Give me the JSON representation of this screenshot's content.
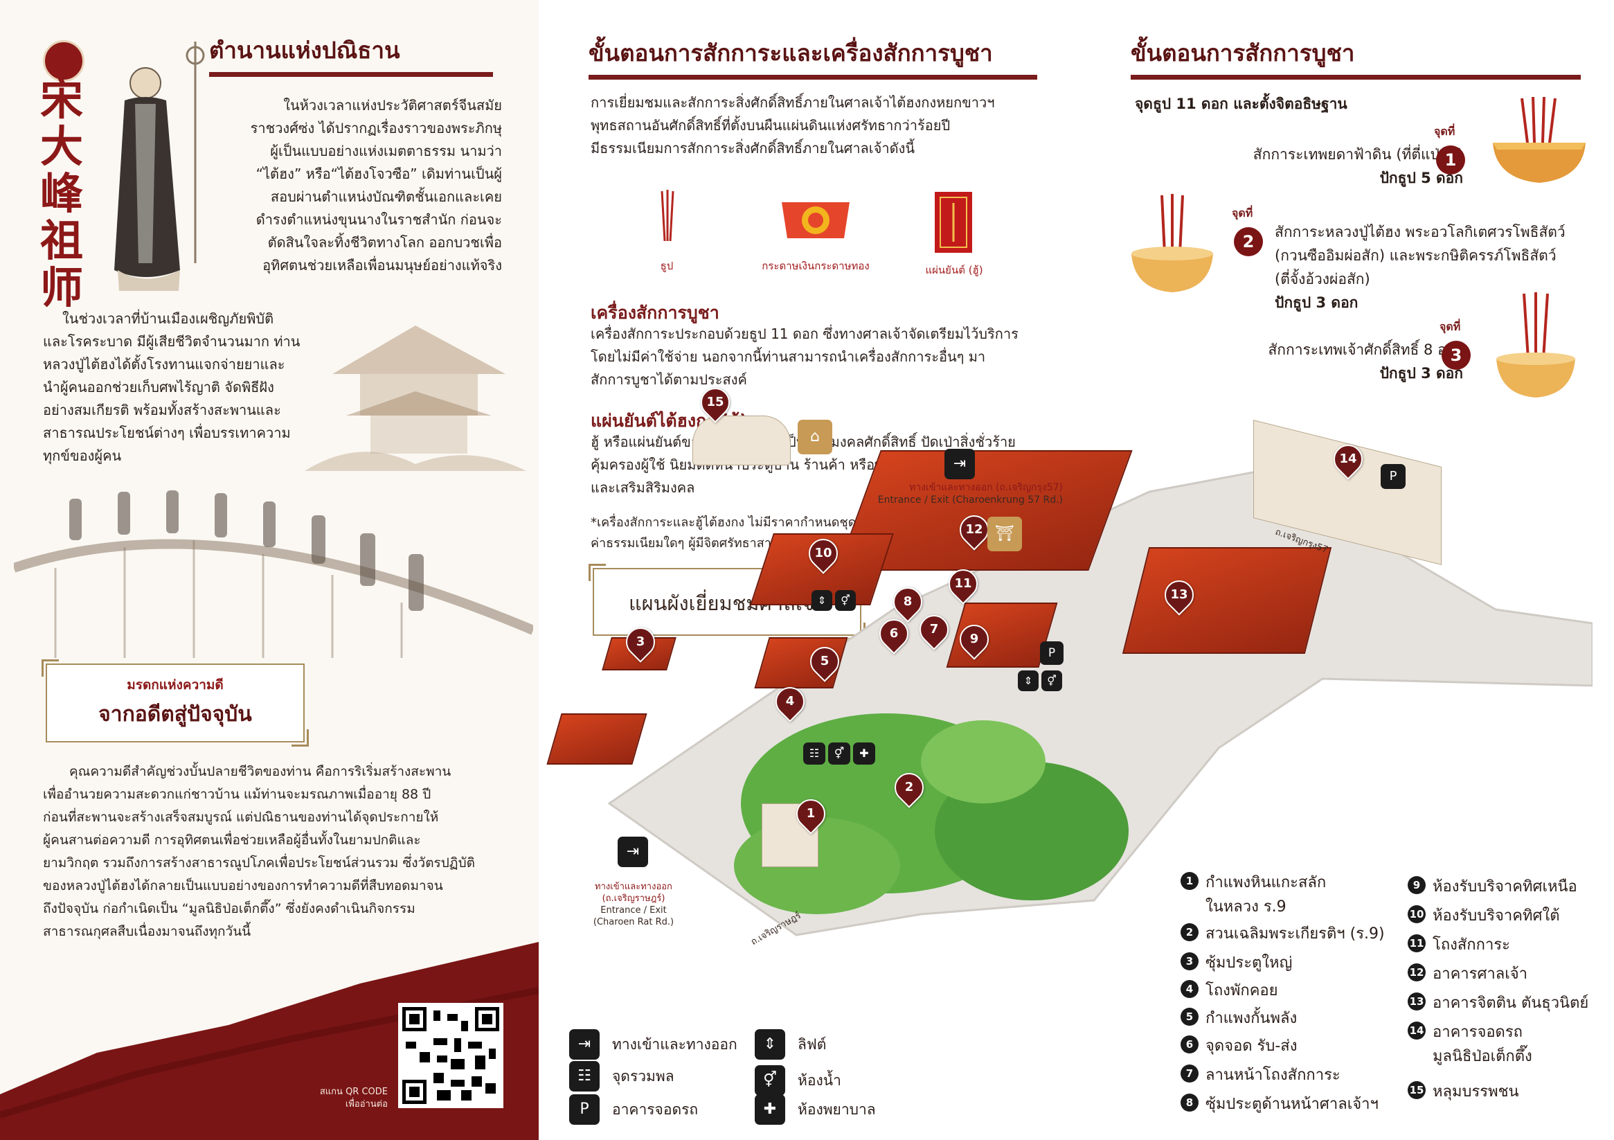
{
  "panel1": {
    "heading": "ตำนานแห่งปณิธาน",
    "chinese_name": "宋大峰祖师",
    "para1": [
      "ในห้วงเวลาแห่งประวัติศาสตร์จีนสมัย",
      "ราชวงศ์ซ่ง ได้ปรากฏเรื่องราวของพระภิกษุ",
      "ผู้เป็นแบบอย่างแห่งเมตตาธรรม นามว่า",
      "“ไต้ฮง” หรือ“ไต้ฮงโจวซือ” เดิมท่านเป็นผู้",
      "สอบผ่านตำแหน่งบัณฑิตชั้นเอกและเคย",
      "ดำรงตำแหน่งขุนนางในราชสำนัก ก่อนจะ",
      "ตัดสินใจละทิ้งชีวิตทางโลก ออกบวชเพื่อ",
      "อุทิศตนช่วยเหลือเพื่อนมนุษย์อย่างแท้จริง"
    ],
    "para2": [
      "ในช่วงเวลาที่บ้านเมืองเผชิญภัยพิบัติ",
      "และโรคระบาด มีผู้เสียชีวิตจำนวนมาก ท่าน",
      "หลวงปู่ไต้ฮงได้ตั้งโรงทานแจกจ่ายยาและ",
      "นำผู้คนออกช่วยเก็บศพไร้ญาติ จัดพิธีฝัง",
      "อย่างสมเกียรติ พร้อมทั้งสร้างสะพานและ",
      "สาธารณประโยชน์ต่างๆ เพื่อบรรเทาความ",
      "ทุกข์ของผู้คน"
    ],
    "legacy_small": "มรดกแห่งความดี",
    "legacy_big": "จากอดีตสู่ปัจจุบัน",
    "para3": [
      "คุณความดีสำคัญช่วงบั้นปลายชีวิตของท่าน คือการริเริ่มสร้างสะพาน",
      "เพื่ออำนวยความสะดวกแก่ชาวบ้าน แม้ท่านจะมรณภาพเมื่ออายุ 88 ปี",
      "ก่อนที่สะพานจะสร้างเสร็จสมบูรณ์ แต่ปณิธานของท่านได้จุดประกายให้",
      "ผู้คนสานต่อความดี การอุทิศตนเพื่อช่วยเหลือผู้อื่นทั้งในยามปกติและ",
      "ยามวิกฤต รวมถึงการสร้างสาธารณูปโภคเพื่อประโยชน์ส่วนรวม ซึ่งวัตรปฏิบัติ",
      "ของหลวงปู่ไต้ฮงได้กลายเป็นแบบอย่างของการทำความดีที่สืบทอดมาจน",
      "ถึงปัจจุบัน ก่อกำเนิดเป็น “มูลนิธิป่อเต็กตึ๊ง” ซึ่งยังคงดำเนินกิจกรรม",
      "สาธารณกุศลสืบเนื่องมาจนถึงทุกวันนี้"
    ],
    "qr_caption": [
      "สแกน QR CODE",
      "เพื่ออ่านต่อ"
    ]
  },
  "panel2": {
    "heading": "ขั้นตอนการสักการะและเครื่องสักการบูชา",
    "intro": [
      "การเยี่ยมชมและสักการะสิ่งศักดิ์สิทธิ์ภายในศาลเจ้าไต้ฮงกงหยกขาวฯ",
      "พุทธสถานอันศักดิ์สิทธิ์ที่ตั้งบนผืนแผ่นดินแห่งศรัทธากว่าร้อยปี",
      "มีธรรมเนียมการสักการะสิ่งศักดิ์สิทธิ์ภายในศาลเจ้าดังนี้"
    ],
    "offerings": [
      "ธูป",
      "กระดาษเงินกระดาษทอง",
      "แผ่นยันต์ (ฮู้)"
    ],
    "offer_head": "เครื่องสักการบูชา",
    "offer_text": [
      "เครื่องสักการะประกอบด้วยธูป 11 ดอก ซึ่งทางศาลเจ้าจัดเตรียมไว้บริการ",
      "โดยไม่มีค่าใช้จ่าย นอกจากนี้ท่านสามารถนำเครื่องสักการะอื่นๆ มา",
      "สักการบูชาได้ตามประสงค์"
    ],
    "talisman_head": "แผ่นยันต์ไต้ฮงกง (ฮู้)",
    "talisman_text": [
      "ฮู้ หรือแผ่นยันต์ของหลวงปู่ไต้ฮง เป็นวัตถุมงคลศักดิ์สิทธิ์ ปัดเป่าสิ่งชั่วร้าย",
      "คุ้มครองผู้ใช้ นิยมติดหน้าประตูบ้าน ร้านค้า หรือพกติดตัวเพื่อป้องกันภัย",
      "และเสริมสิริมงคล"
    ],
    "note": [
      "*เครื่องสักการะและฮู้ไต้ฮงกง ไม่มีราคากำหนดชุดบูชาหรือ",
      "ค่าธรรมเนียมใดๆ ผู้มีจิตศรัทธาสามารถทำบุญตามกำลังศรัทธา"
    ],
    "map_title": "แผนผังเยี่ยมชมศาลเจ้า",
    "entrance_top": [
      "ทางเข้าและทางออก (ถ.เจริญกรุง57)",
      "Entrance / Exit (Charoenkrung 57 Rd.)"
    ],
    "entrance_bottom": [
      "ทางเข้าและทางออก",
      "(ถ.เจริญราษฎร์)",
      "Entrance / Exit",
      "(Charoen Rat Rd.)"
    ],
    "road_bottom": "ถ.เจริญราษฎร์",
    "road_top": "ถ.เจริญกรุง57",
    "keys": [
      {
        "icon": "exit",
        "label": "ทางเข้าและทางออก"
      },
      {
        "icon": "lift",
        "label": "ลิฟต์"
      },
      {
        "icon": "assembly",
        "label": "จุดรวมพล"
      },
      {
        "icon": "toilet",
        "label": "ห้องน้ำ"
      },
      {
        "icon": "parking",
        "label": "อาคารจอดรถ"
      },
      {
        "icon": "first-aid",
        "label": "ห้องพยาบาล"
      }
    ]
  },
  "panel3": {
    "heading": "ขั้นตอนการสักการบูชา",
    "incense_line": "จุดธูป 11 ดอก และตั้งจิตอธิษฐาน",
    "point_label": "จุดที่",
    "steps": [
      {
        "n": "1",
        "text": [
          "สักการะเทพยดาฟ้าดิน (ที่ตี่แป่บ้อ)"
        ],
        "sticks": "ปักธูป 5 ดอก"
      },
      {
        "n": "2",
        "text": [
          "สักการะหลวงปู่ไต้ฮง พระอวโลกิเตศวรโพธิสัตว์",
          "(กวนซืออิมผ่อสัก) และพระกษิติครรภ์โพธิสัตว์",
          "(ตี่จั้งอ้วงผ่อสัก)"
        ],
        "sticks": "ปักธูป 3 ดอก"
      },
      {
        "n": "3",
        "text": [
          "สักการะเทพเจ้าศักดิ์สิทธิ์ 8 องค์"
        ],
        "sticks": "ปักธูป 3 ดอก"
      }
    ],
    "legend": [
      {
        "n": "1",
        "text": [
          "กำแพงหินแกะสลัก",
          "ในหลวง ร.9"
        ]
      },
      {
        "n": "2",
        "text": [
          "สวนเฉลิมพระเกียรติฯ (ร.9)"
        ]
      },
      {
        "n": "3",
        "text": [
          "ซุ้มประตูใหญ่"
        ]
      },
      {
        "n": "4",
        "text": [
          "โถงพักคอย"
        ]
      },
      {
        "n": "5",
        "text": [
          "กำแพงกั้นพลัง"
        ]
      },
      {
        "n": "6",
        "text": [
          "จุดจอด รับ-ส่ง"
        ]
      },
      {
        "n": "7",
        "text": [
          "ลานหน้าโถงสักการะ"
        ]
      },
      {
        "n": "8",
        "text": [
          "ซุ้มประตูด้านหน้าศาลเจ้าฯ"
        ]
      },
      {
        "n": "9",
        "text": [
          "ห้องรับบริจาคทิศเหนือ"
        ]
      },
      {
        "n": "10",
        "text": [
          "ห้องรับบริจาคทิศใต้"
        ]
      },
      {
        "n": "11",
        "text": [
          "โถงสักการะ"
        ]
      },
      {
        "n": "12",
        "text": [
          "อาคารศาลเจ้า"
        ]
      },
      {
        "n": "13",
        "text": [
          "อาคารจิตติน ตันธุวนิตย์"
        ]
      },
      {
        "n": "14",
        "text": [
          "อาคารจอดรถ",
          "มูลนิธิป่อเต็กตึ๊ง"
        ]
      },
      {
        "n": "15",
        "text": [
          "หลุมบรรพชน"
        ]
      }
    ]
  },
  "colors": {
    "accent": "#7a1c1c",
    "gold": "#a78b5a",
    "dark": "#1b1b1b"
  }
}
